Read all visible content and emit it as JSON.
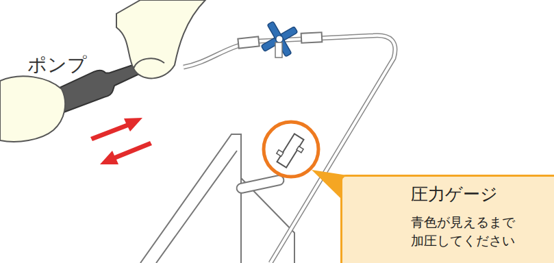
{
  "diagram": {
    "nodes": [
      {
        "text": [
          "圧力ゲージ",
          "青色が見えるまで 加圧してください"
        ]
      }
    ],
    "labels": [
      "ポンプ"
    ]
  }
}
